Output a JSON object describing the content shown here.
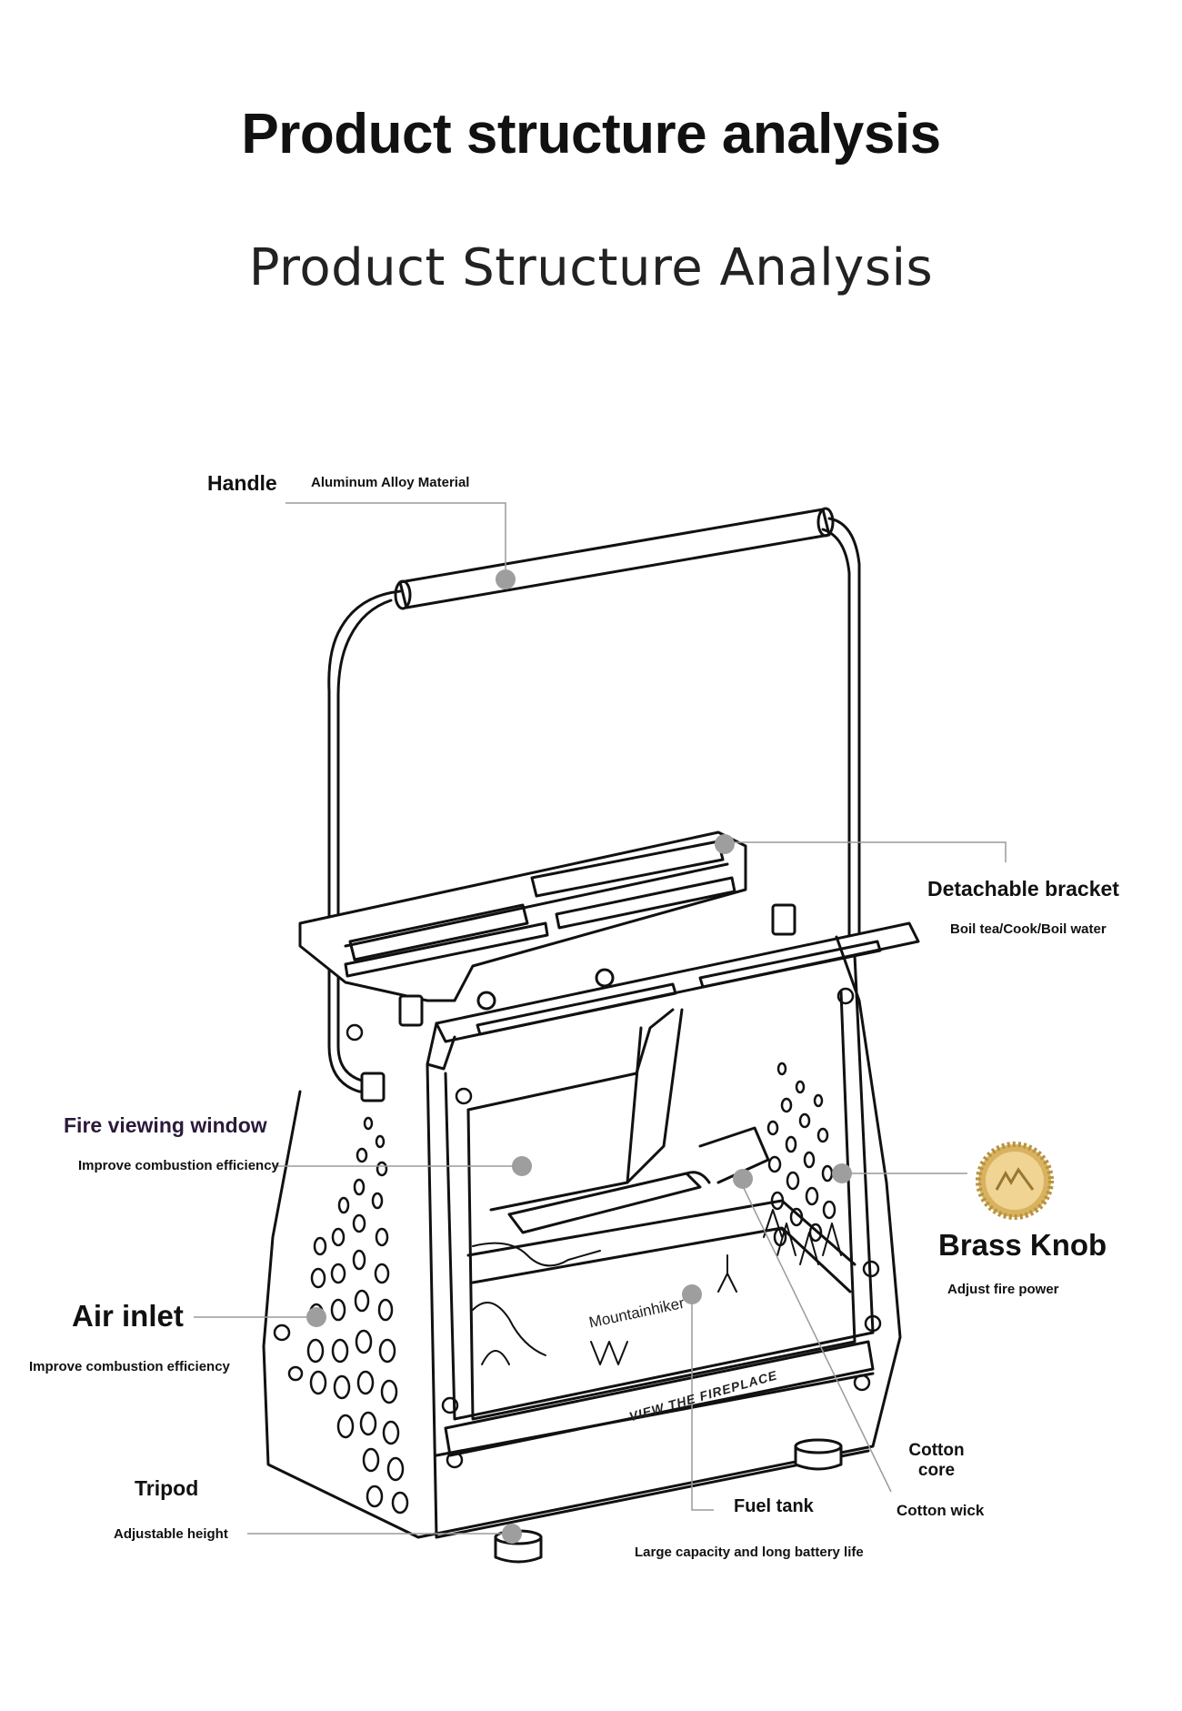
{
  "header": {
    "title": "Product structure analysis",
    "subtitle": "Product Structure Analysis"
  },
  "callouts": {
    "handle": {
      "label": "Handle",
      "desc": "Aluminum Alloy Material"
    },
    "bracket": {
      "label": "Detachable bracket",
      "desc": "Boil tea/Cook/Boil water"
    },
    "window": {
      "label": "Fire viewing window",
      "desc": "Improve combustion efficiency"
    },
    "knob": {
      "label": "Brass Knob",
      "desc": "Adjust fire power"
    },
    "inlet": {
      "label": "Air inlet",
      "desc": "Improve combustion efficiency"
    },
    "cotton_core": {
      "label": "Cotton core",
      "line1": "Cotton",
      "line2": "core"
    },
    "tripod": {
      "label": "Tripod",
      "desc": "Adjustable height"
    },
    "fuel": {
      "label": "Fuel tank",
      "desc": "Large capacity and long battery life"
    },
    "wick": {
      "label": "Cotton wick"
    }
  },
  "product": {
    "brand": "Mountainhiker",
    "panel_text": "VIEW THE FIREPLACE"
  },
  "colors": {
    "line": "#111111",
    "leader": "#9a9a9a",
    "dot": "#9e9e9e",
    "brass": "#d9b25f",
    "title_accent": "#2a1a3a"
  }
}
